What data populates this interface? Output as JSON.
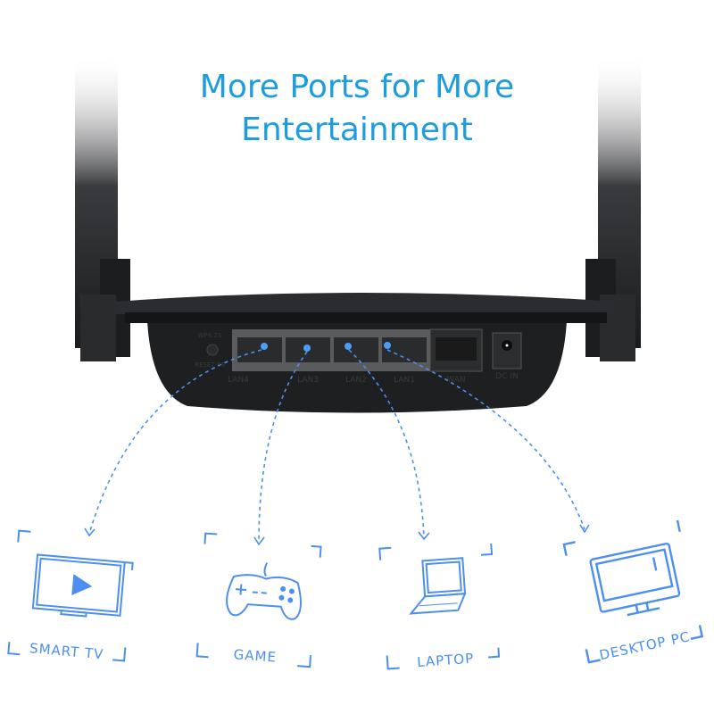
{
  "headline": {
    "line1": "More Ports for More",
    "line2": "Entertainment"
  },
  "router": {
    "ports": [
      "LAN4",
      "LAN3",
      "LAN2",
      "LAN1",
      "WAN"
    ],
    "power_label": "DC IN",
    "wps_label": "WPS 2S",
    "reset_label": "RESET 6S"
  },
  "devices": [
    {
      "label": "SMART TV",
      "icon": "tv-icon"
    },
    {
      "label": "GAME",
      "icon": "gamepad-icon"
    },
    {
      "label": "LAPTOP",
      "icon": "laptop-icon"
    },
    {
      "label": "DESKTOP PC",
      "icon": "desktop-icon"
    }
  ],
  "colors": {
    "headline": "#1d9ce0",
    "accent": "#4a8ff0",
    "router": "#1e1f21"
  }
}
